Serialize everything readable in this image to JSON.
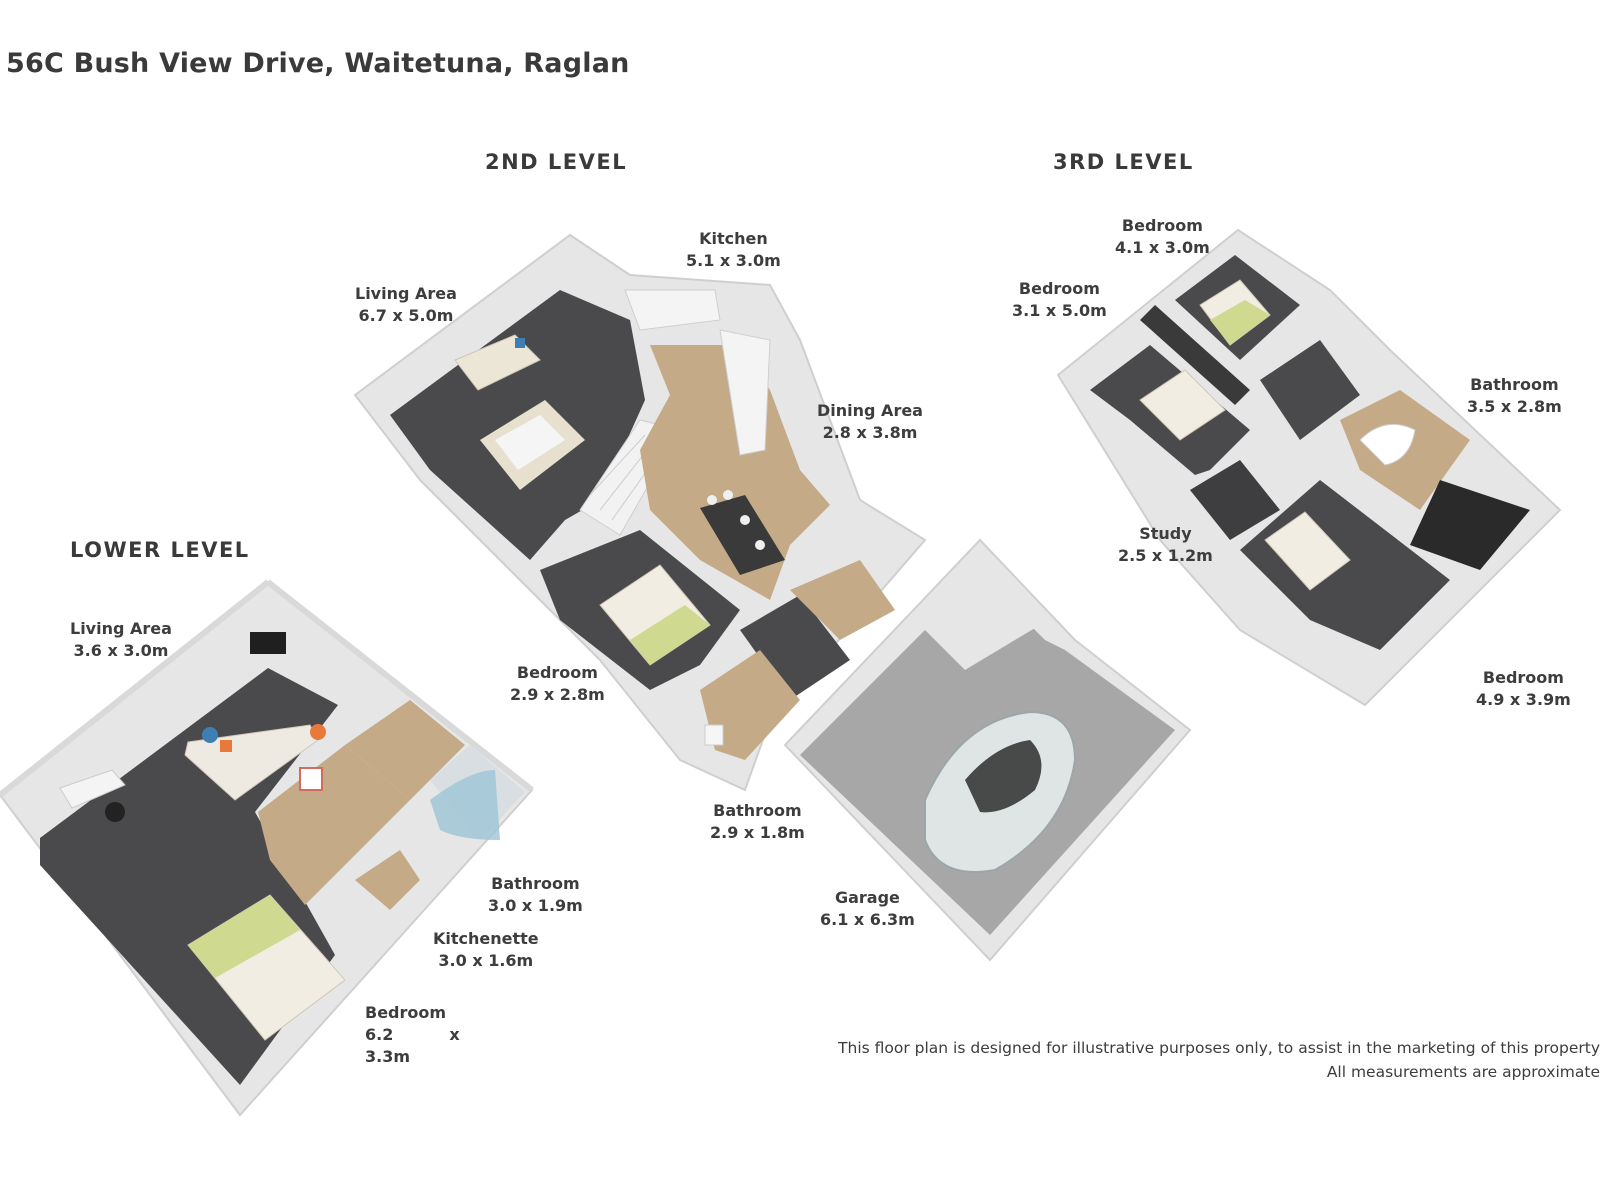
{
  "title": "56C Bush View Drive, Waitetuna, Raglan",
  "colors": {
    "carpet": "#4a4a4c",
    "wood": "#c4aa86",
    "garage_floor": "#a7a7a7",
    "wall": "#e6e6e6",
    "bed_sheet": "#cfd98f",
    "accent_orange": "#e8793a",
    "accent_blue": "#3d7fb3"
  },
  "levels": {
    "lower": {
      "label": "LOWER LEVEL",
      "rooms": [
        {
          "name": "Living Area",
          "dim": "3.6 x 3.0m"
        },
        {
          "name": "Bathroom",
          "dim": "3.0 x 1.9m"
        },
        {
          "name": "Kitchenette",
          "dim": "3.0 x 1.6m"
        },
        {
          "name": "Bedroom",
          "dim_line1": "6.2",
          "dim_x": "x",
          "dim_line2": "3.3m"
        }
      ]
    },
    "second": {
      "label": "2ND LEVEL",
      "rooms": [
        {
          "name": "Living Area",
          "dim": "6.7 x 5.0m"
        },
        {
          "name": "Kitchen",
          "dim": "5.1 x 3.0m"
        },
        {
          "name": "Dining Area",
          "dim": "2.8 x 3.8m"
        },
        {
          "name": "Bedroom",
          "dim": "2.9 x 2.8m"
        },
        {
          "name": "Bathroom",
          "dim": "2.9 x 1.8m"
        },
        {
          "name": "Garage",
          "dim": "6.1 x 6.3m"
        }
      ]
    },
    "third": {
      "label": "3RD LEVEL",
      "rooms": [
        {
          "name": "Bedroom",
          "dim": "4.1 x 3.0m"
        },
        {
          "name": "Bedroom",
          "dim": "3.1 x 5.0m"
        },
        {
          "name": "Bathroom",
          "dim": "3.5 x 2.8m"
        },
        {
          "name": "Study",
          "dim": "2.5 x 1.2m"
        },
        {
          "name": "Bedroom",
          "dim": "4.9 x 3.9m"
        }
      ]
    }
  },
  "disclaimer": {
    "line1": "This floor plan is designed for illustrative purposes only, to assist in the marketing of this property",
    "line2": "All measurements are approximate"
  }
}
